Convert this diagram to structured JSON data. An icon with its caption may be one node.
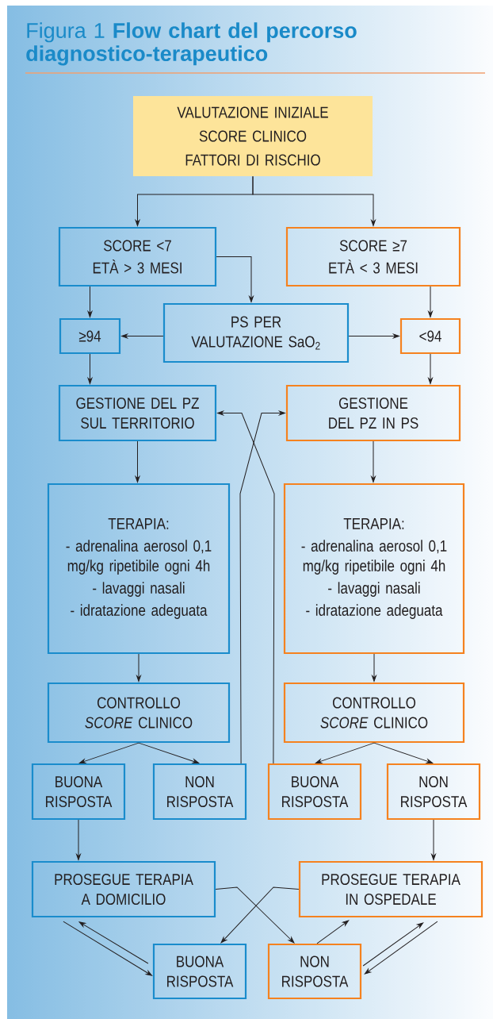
{
  "diagram": {
    "title": "Figura 1 **Flow chart del percorso diagnostico-terapeutico**",
    "nodes": [
      {
        "text": [
          "VALUTAZIONE INIZIALE",
          "SCORE CLINICO",
          "FATTORI DI RISCHIO"
        ]
      },
      {
        "text": [
          "SCORE <7",
          "ETÀ > 3 MESI"
        ]
      },
      {
        "text": [
          "SCORE ≥7",
          "ETÀ < 3 MESI"
        ]
      },
      {
        "text": [
          "PS PER VALUTAZIONE SaO$_{2}$"
        ]
      },
      {
        "text": [
          "≥94"
        ]
      },
      {
        "text": [
          "<94"
        ]
      },
      {
        "text": [
          "GESTIONE DEL PZ SUL TERRITORIO"
        ]
      },
      {
        "text": [
          "GESTIONE DEL PZ IN PS"
        ]
      },
      {
        "text": [
          "TERAPIA:",
          "- adrenalina aerosol 0,1 mg/kg ripetibile ogni 4h",
          "- lavaggi nasali",
          "- idratazione adeguata"
        ]
      },
      {
        "text": [
          "TERAPIA:",
          "- adrenalina aerosol 0,1 mg/kg ripetibile ogni 4h",
          "- lavaggi nasali",
          "- idratazione adeguata"
        ]
      },
      {
        "text": [
          "CONTROLLO *SCORE* CLINICO"
        ]
      },
      {
        "text": [
          "CONTROLLO *SCORE* CLINICO"
        ]
      },
      {
        "text": [
          "BUONA RISPOSTA"
        ]
      },
      {
        "text": [
          "NON RISPOSTA"
        ]
      },
      {
        "text": [
          "BUONA RISPOSTA"
        ]
      },
      {
        "text": [
          "NON RISPOSTA"
        ]
      },
      {
        "text": [
          "PROSEGUE TERAPIA A DOMICILIO"
        ]
      },
      {
        "text": [
          "PROSEGUE TERAPIA IN OSPEDALE"
        ]
      },
      {
        "text": [
          "BUONA RISPOSTA"
        ]
      },
      {
        "text": [
          "NON RISPOSTA"
        ]
      }
    ],
    "edges": [
      {
        "from": 0,
        "to": 1,
        "arrow": "to"
      },
      {
        "from": 0,
        "to": 2,
        "arrow": "to"
      },
      {
        "from": 1,
        "to": 3,
        "arrow": "to"
      },
      {
        "from": 1,
        "to": 4,
        "arrow": "to"
      },
      {
        "from": 2,
        "to": 5,
        "arrow": "to"
      },
      {
        "from": 3,
        "to": 4,
        "arrow": "to"
      },
      {
        "from": 3,
        "to": 5,
        "arrow": "to"
      },
      {
        "from": 4,
        "to": 6,
        "arrow": "to"
      },
      {
        "from": 5,
        "to": 7,
        "arrow": "to"
      },
      {
        "from": 13,
        "to": 7,
        "arrow": "to"
      },
      {
        "from": 14,
        "to": 6,
        "arrow": "to"
      },
      {
        "from": 6,
        "to": 8,
        "arrow": "to"
      },
      {
        "from": 7,
        "to": 9,
        "arrow": "to"
      },
      {
        "from": 8,
        "to": 10,
        "arrow": "to"
      },
      {
        "from": 9,
        "to": 11,
        "arrow": "to"
      },
      {
        "from": 10,
        "to": 12,
        "arrow": "to"
      },
      {
        "from": 10,
        "to": 13,
        "arrow": "to"
      },
      {
        "from": 11,
        "to": 14,
        "arrow": "to"
      },
      {
        "from": 11,
        "to": 15,
        "arrow": "to"
      },
      {
        "from": 12,
        "to": 16,
        "arrow": "to"
      },
      {
        "from": 15,
        "to": 17,
        "arrow": "to"
      },
      {
        "from": 16,
        "to": 19,
        "arrow": "to"
      },
      {
        "from": 17,
        "to": 18,
        "arrow": "to"
      },
      {
        "from": 16,
        "to": 18,
        "arrow": "to"
      },
      {
        "from": 18,
        "to": 16,
        "arrow": "to"
      },
      {
        "from": 19,
        "to": 17,
        "arrow": "to"
      },
      {
        "from": 19,
        "to": 17,
        "arrow": "to"
      },
      {
        "from": 17,
        "to": 19,
        "arrow": "to"
      }
    ]
  }
}
